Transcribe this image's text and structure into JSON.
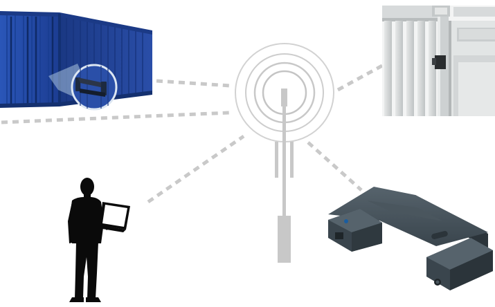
{
  "diagram": {
    "nodes": [
      {
        "id": "container",
        "icon": "shipping-container-icon",
        "color": "#1f3f8f"
      },
      {
        "id": "gate",
        "icon": "gate-fence-icon",
        "color": "#c9cccd"
      },
      {
        "id": "operator",
        "icon": "person-with-laptop-icon",
        "color": "#0a0a0a"
      },
      {
        "id": "device",
        "icon": "tracking-device-icon",
        "color": "#37424a"
      }
    ],
    "hub": {
      "icon": "radio-antenna-icon",
      "color": "#c8c8c8"
    },
    "link_color": "#c9c9c9"
  }
}
